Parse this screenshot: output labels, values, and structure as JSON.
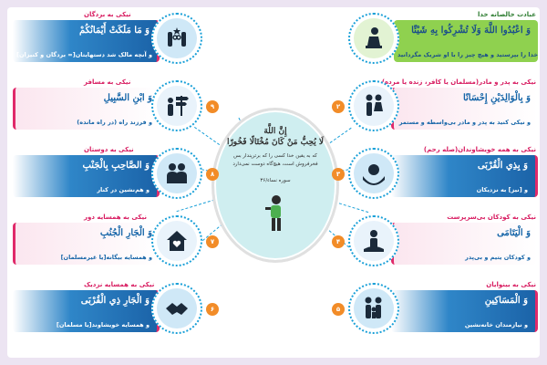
{
  "center": {
    "line1": "إِنَّ اللَّهَ",
    "line2": "لَا يُحِبُّ مَنْ كَانَ مُخْتَالًا فَخُورًا",
    "translation": "كه به يقين خدا كسی را كه برترپندار بس فخرفروش است، هيچ‌گاه دوست نمی‌دارد",
    "source": "سوره نساء/۳۶"
  },
  "items": [
    {
      "side": "right",
      "style": "green",
      "title": "عبادت خالصانه خدا",
      "arabic": "وَ اعْبُدُوا اللَّهَ وَلَا تُشْرِكُوا بِهِ شَيْئًا",
      "trans": "و خدا را بپرستيد و هيچ چيز را با او شريک مگردانيد",
      "icon": "prayer-icon",
      "num": ""
    },
    {
      "side": "right",
      "style": "pink",
      "title": "نيكی به پدر و مادر(مسلمان يا كافر، زنده يا مرده)",
      "arabic": "وَ بِالْوَالِدَيْنِ إِحْسَانًا",
      "trans": "و نيكی كنيد به پدر و مادر بی‌واسطه و مستمر",
      "icon": "parents-icon",
      "num": "۲"
    },
    {
      "side": "right",
      "style": "blue",
      "title": "نيكی به همه خويشاوندان(صله رحم)",
      "arabic": "وَ بِذِي الْقُرْبَى",
      "trans": "و [نيز] به نزديكان",
      "icon": "hands-heart-icon",
      "num": "۳"
    },
    {
      "side": "right",
      "style": "pink",
      "title": "نيكی به كودكان بی‌سرپرست",
      "arabic": "وَ الْيَتَامَى",
      "trans": "و كودكان يتيم و بی‌پدر",
      "icon": "orphan-icon",
      "num": "۴"
    },
    {
      "side": "right",
      "style": "blue",
      "title": "نيكی به بينوايان",
      "arabic": "وَ الْمَسَاكِينِ",
      "trans": "و نيازمندان خانه‌نشين",
      "icon": "family-icon",
      "num": "۵"
    },
    {
      "side": "left",
      "style": "blue",
      "title": "نيكی به بردگان",
      "arabic": "وَ مَا مَلَكَتْ أَيْمَانُكُمْ",
      "trans": "و آنچه مالک شد دستهايتان[= بردگان و كنيزان]",
      "icon": "broken-chains-icon",
      "num": ""
    },
    {
      "side": "left",
      "style": "pink",
      "title": "نيكی به مسافر",
      "arabic": "وَ ابْنِ السَّبِيلِ",
      "trans": "و فرزند راه (در راه مانده)",
      "icon": "traveler-icon",
      "num": "۹"
    },
    {
      "side": "left",
      "style": "blue",
      "title": "نيكی به دوستان",
      "arabic": "وَ الصَّاحِبِ بِالْجَنْبِ",
      "trans": "و هم‌نشين در كنار",
      "icon": "friends-icon",
      "num": "۸"
    },
    {
      "side": "left",
      "style": "pink",
      "title": "نيكی به همسايه دور",
      "arabic": "وَ الْجَارِ الْجُنُبِ",
      "trans": "و همسايه بيگانه[يا غيرمسلمان]",
      "icon": "house-heart-icon",
      "num": "۷"
    },
    {
      "side": "left",
      "style": "blue",
      "title": "نيكی به همسايه نزديک",
      "arabic": "وَ الْجَارِ ذِي الْقُرْبَى",
      "trans": "و همسايه خويشاوند[يا مسلمان]",
      "icon": "handshake-icon",
      "num": "۶"
    }
  ]
}
